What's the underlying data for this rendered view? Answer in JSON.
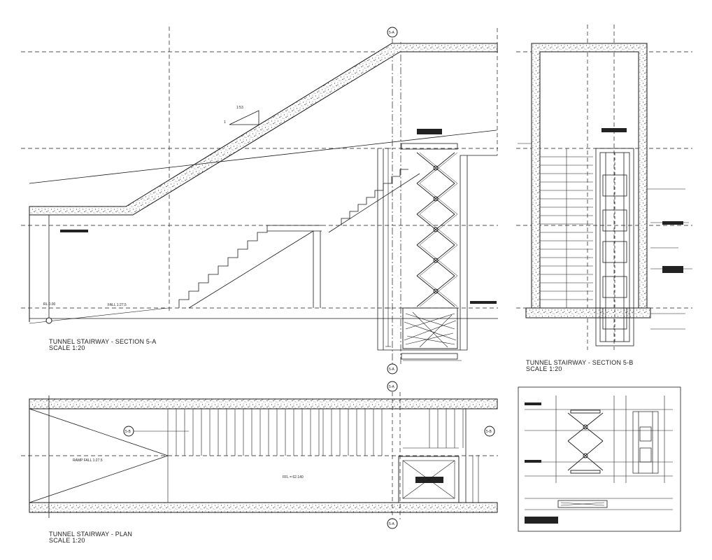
{
  "sections": {
    "section_a": {
      "title": "TUNNEL STAIRWAY - SECTION 5-A",
      "scale": "SCALE 1:20"
    },
    "section_b": {
      "title": "TUNNEL STAIRWAY - SECTION 5-B",
      "scale": "SCALE 1:20"
    },
    "plan": {
      "title": "TUNNEL STAIRWAY - PLAN",
      "scale": "SCALE 1:20"
    }
  },
  "annotations": {
    "gradient": "1:53",
    "gradient_one": "1",
    "fall_a": "FALL 1:27.5",
    "ramp_fall": "RAMP FALL 1:27.5",
    "level_a": "RL 0.00",
    "level_plan": "FFL = 62.140",
    "grid_tag": "5-A",
    "grid_tag_side": "5-B"
  },
  "colors": {
    "line": "#1a1a1a",
    "hatch": "#555555",
    "background": "#ffffff"
  }
}
